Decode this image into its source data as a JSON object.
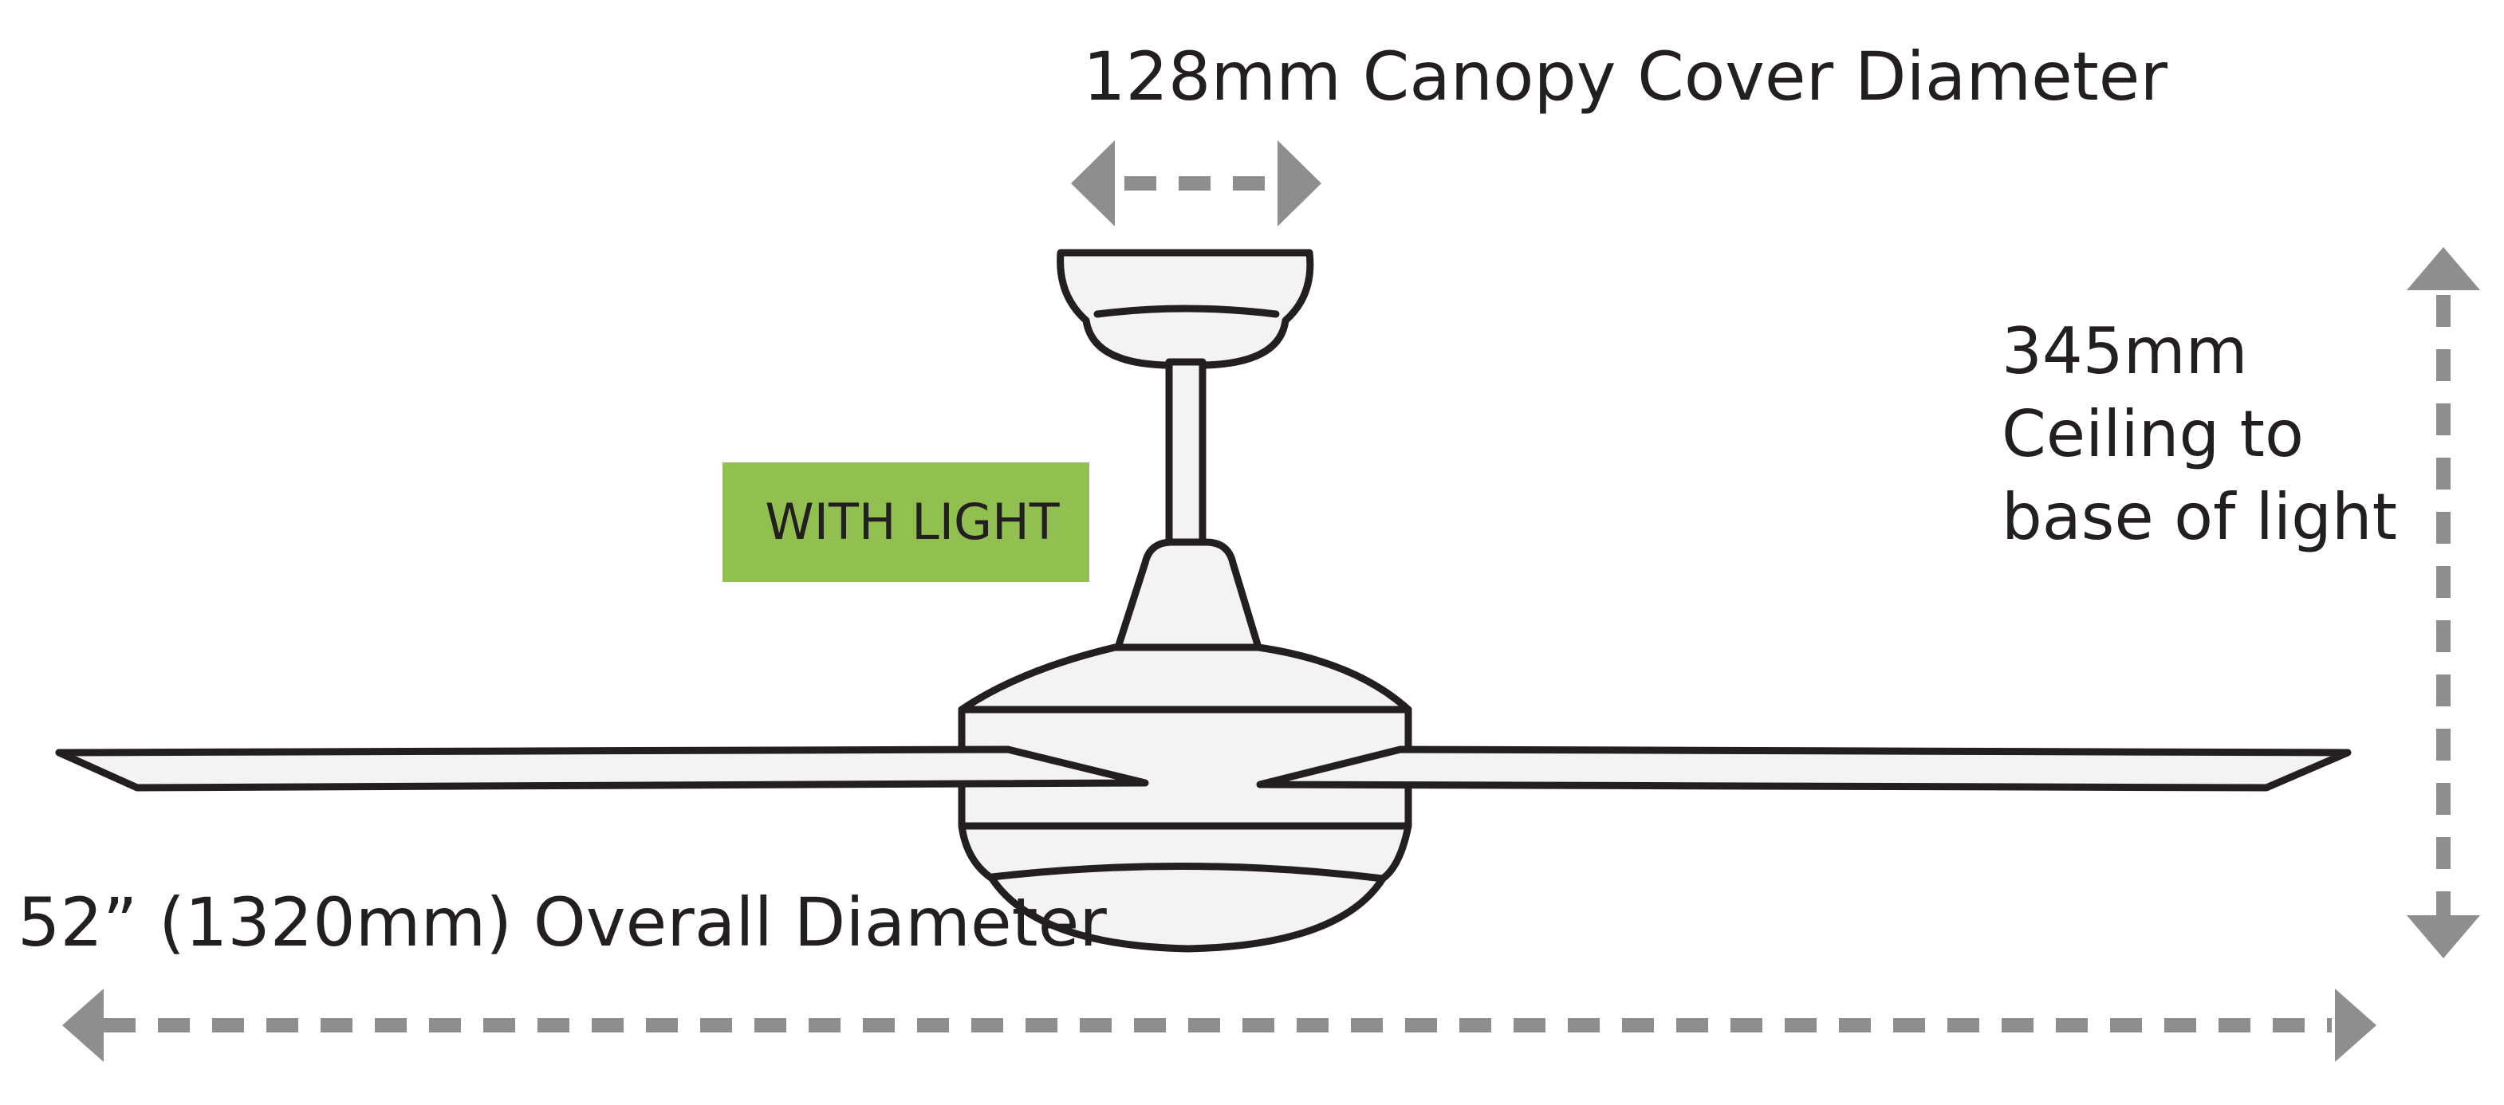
{
  "labels": {
    "canopy": "128mm Canopy Cover Diameter",
    "height_line1": "345mm",
    "height_line2": "Ceiling to",
    "height_line3": "base of light",
    "overall": "52” (1320mm) Overall Diameter",
    "badge": "WITH LIGHT"
  },
  "colors": {
    "badge_bg": "#92c050",
    "arrow": "#8d8e90",
    "outline": "#231f20",
    "fill": "#f3f3f4"
  }
}
